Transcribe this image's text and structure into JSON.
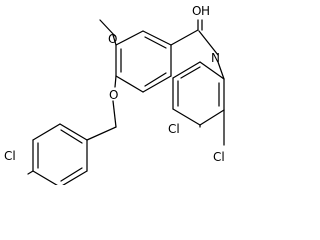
{
  "structure": {
    "atoms": {
      "carbonyl_oxygen": "O",
      "amide_hydrogen": "H",
      "amide_nitrogen": "N",
      "methoxy_oxygen": "O",
      "ether_oxygen": "O",
      "chloro_para_benzyl": "Cl",
      "chloro_3_anilide": "Cl",
      "chloro_4_anilide": "Cl"
    }
  }
}
